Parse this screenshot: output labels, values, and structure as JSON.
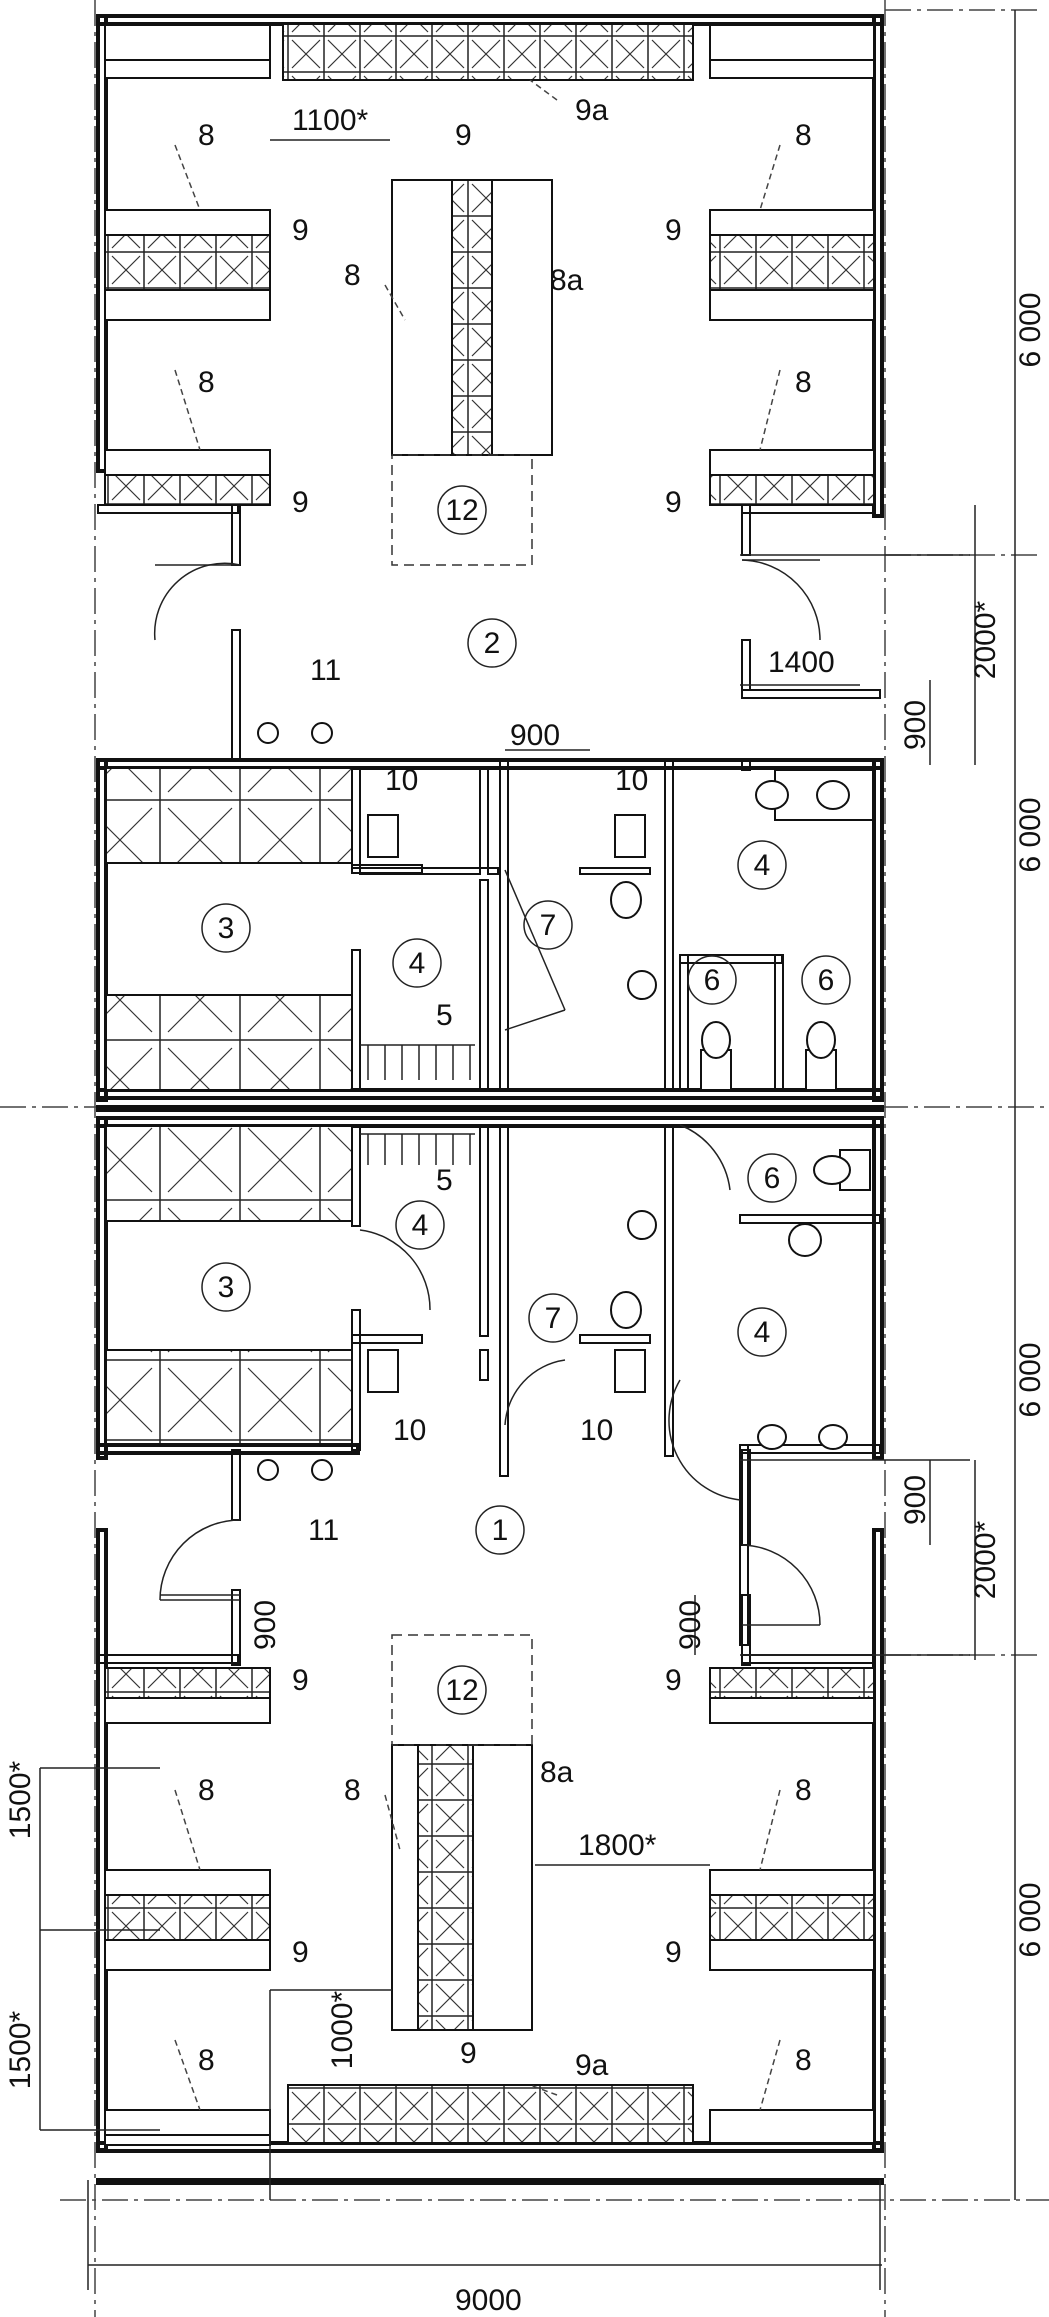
{
  "dimensions": {
    "overall_width": "9000",
    "module_height": "6 000",
    "entrance_width_top": "1400",
    "entrance_depth_top": "2000*",
    "door_top_right": "900",
    "door_top_wc": "900",
    "bench_top_label": "1100*",
    "entrance_depth_bottom": "2000*",
    "door_bottom_right_a": "900",
    "door_bottom_right_b": "900",
    "door_bottom_left": "900",
    "bench_gap_bottom": "1800*",
    "bench_spacing_1": "1500*",
    "bench_spacing_2": "1500*",
    "bench_bottom_label": "1000*"
  },
  "labels": {
    "l8": "8",
    "l8a": "8a",
    "l9": "9",
    "l9a": "9a",
    "l5": "5",
    "l10": "10",
    "l11": "11"
  },
  "rooms": {
    "r1": "1",
    "r2": "2",
    "r3": "3",
    "r4": "4",
    "r6": "6",
    "r7": "7",
    "r12": "12"
  }
}
